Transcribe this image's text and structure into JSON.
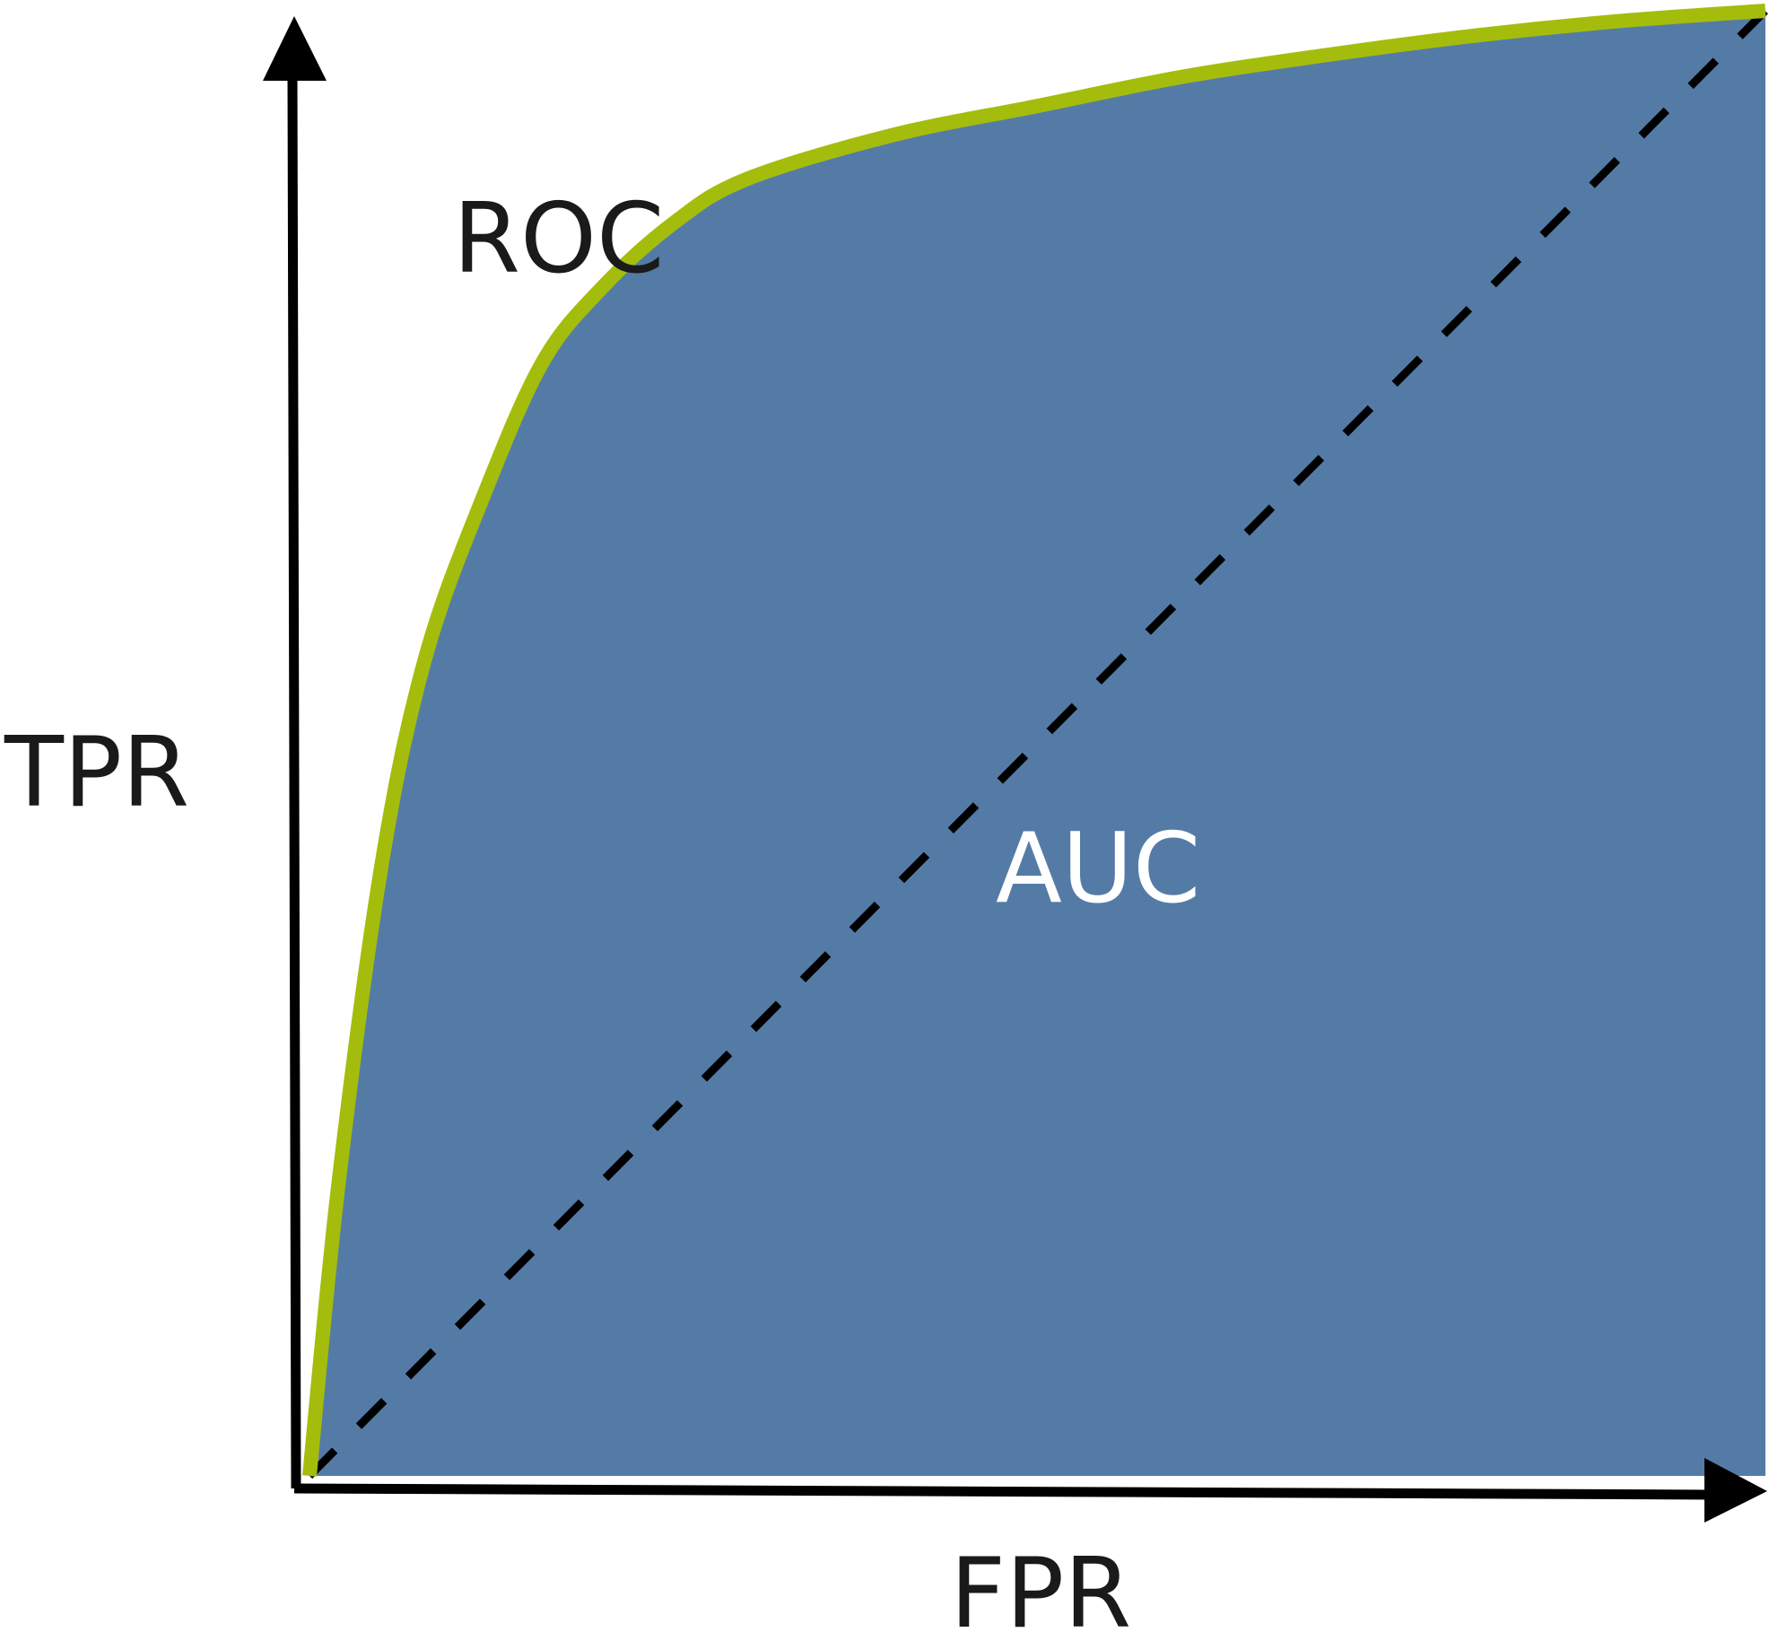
{
  "chart_data": {
    "type": "area",
    "xlabel": "FPR",
    "ylabel": "TPR",
    "xlim": [
      0,
      1
    ],
    "ylim": [
      0,
      1
    ],
    "grid": false,
    "curve_label": "ROC",
    "area_label": "AUC",
    "series": [
      {
        "name": "ROC",
        "x": [
          0,
          0.02,
          0.05,
          0.08,
          0.12,
          0.16,
          0.2,
          0.25,
          0.3,
          0.4,
          0.5,
          0.6,
          0.7,
          0.8,
          0.9,
          1.0
        ],
        "y": [
          0,
          0.2,
          0.42,
          0.56,
          0.67,
          0.76,
          0.81,
          0.855,
          0.885,
          0.915,
          0.935,
          0.955,
          0.97,
          0.983,
          0.993,
          1.0
        ],
        "fill_to_zero": true
      },
      {
        "x": [
          0,
          1
        ],
        "y": [
          0,
          1
        ],
        "dashed": true
      }
    ],
    "colors": {
      "curve": "#a4bd0c",
      "fill": "#547ba6",
      "diagonal": "#000000",
      "axes": "#000000"
    }
  }
}
